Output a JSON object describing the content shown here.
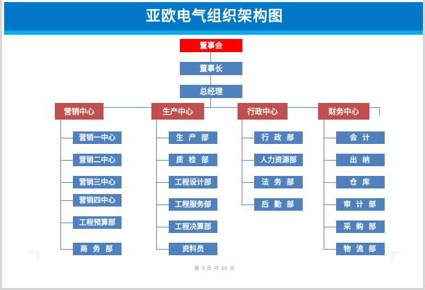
{
  "document": {
    "banner": {
      "title": "亚欧电气组织架构图",
      "background_color": "#0078C8",
      "accent_color": "#00B0F0",
      "text_color": "#FFFFFF"
    },
    "footer": {
      "page_label": "第 3 页  共 30 页"
    },
    "page_background": "#FFFFFF"
  },
  "colors": {
    "root_node": "#FF0000",
    "executive_node": "#4F81BD",
    "center_node": "#C0504D",
    "leaf_node": "#4F81BD",
    "connector": "#5B8EC4",
    "node_text": "#FFFFFF"
  },
  "chart_data": {
    "type": "org-chart",
    "title": "亚欧电气组织架构图",
    "levels": [
      {
        "level": 1,
        "nodes": [
          {
            "id": "board",
            "label": "董事会",
            "style": "root",
            "color": "#FF0000"
          }
        ]
      },
      {
        "level": 2,
        "nodes": [
          {
            "id": "chairman",
            "label": "董事长",
            "style": "executive",
            "color": "#4F81BD"
          }
        ]
      },
      {
        "level": 3,
        "nodes": [
          {
            "id": "gm",
            "label": "总经理",
            "style": "executive",
            "color": "#4F81BD"
          }
        ]
      },
      {
        "level": 4,
        "nodes": [
          {
            "id": "marketing-center",
            "label": "营销中心",
            "style": "center",
            "color": "#C0504D"
          },
          {
            "id": "production-center",
            "label": "生产中心",
            "style": "center",
            "color": "#C0504D"
          },
          {
            "id": "admin-center",
            "label": "行政中心",
            "style": "center",
            "color": "#C0504D"
          },
          {
            "id": "finance-center",
            "label": "财务中心",
            "style": "center",
            "color": "#C0504D"
          }
        ]
      }
    ],
    "branches": [
      {
        "parent": "营销中心",
        "children": [
          "营销一中心",
          "营销二中心",
          "营销三中心",
          "营销四中心",
          "工程预算部",
          "商 务 部"
        ]
      },
      {
        "parent": "生产中心",
        "children": [
          "生 产 部",
          "质 检 部",
          "工程设计部",
          "工程服务部",
          "工程决算部",
          "资料员"
        ]
      },
      {
        "parent": "行政中心",
        "children": [
          "行 政 部",
          "人力资源部",
          "法 务 部",
          "后 勤 部"
        ]
      },
      {
        "parent": "财务中心",
        "children": [
          "会 计",
          "出 纳",
          "仓 库",
          "审 计 部",
          "采 购 部",
          "物 流 部"
        ]
      }
    ]
  }
}
